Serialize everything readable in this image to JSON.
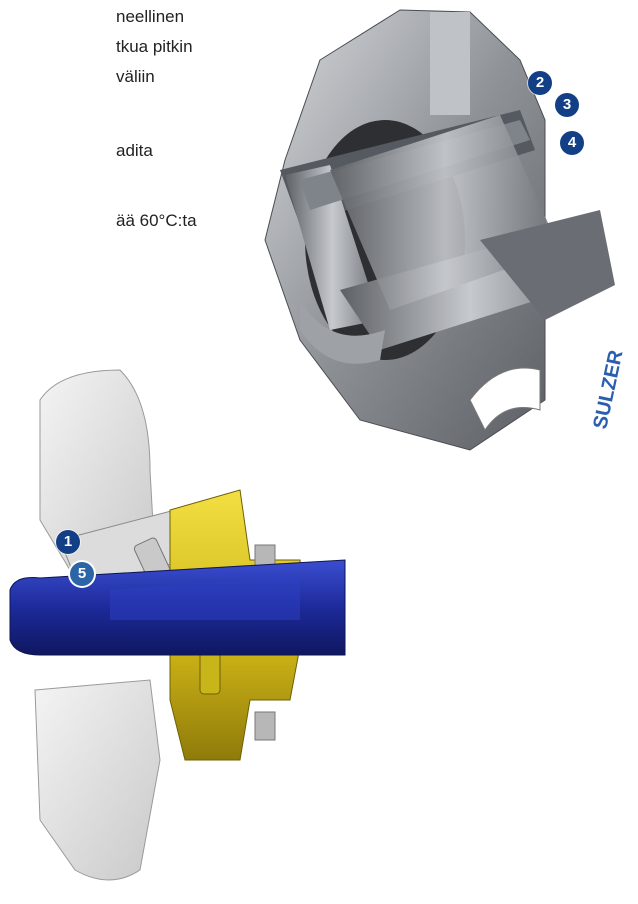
{
  "text_lines": [
    "neellinen",
    "tkua pitkin",
    "väliin",
    "adita",
    "ää 60°C:ta"
  ],
  "badges": {
    "b1": "1",
    "b2": "2",
    "b3": "3",
    "b4": "4",
    "b5": "5"
  },
  "brand_text": "SULZER",
  "colors": {
    "badge_dark": "#123f86",
    "badge_light": "#2c64a8",
    "steel": "#8c8f93",
    "yellow_component": "#d8c21c",
    "blue_shaft": "#1f2f9e",
    "flange_white": "#e7e7e7"
  }
}
